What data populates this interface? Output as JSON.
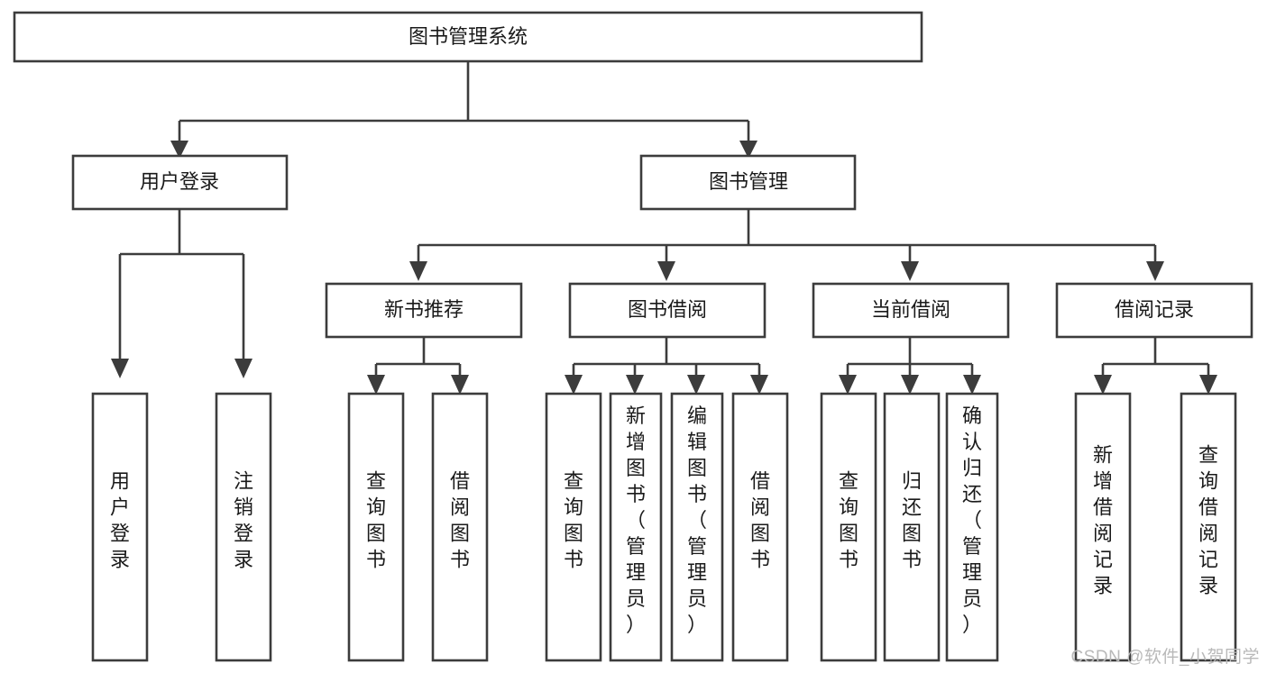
{
  "diagram": {
    "type": "tree-hierarchy",
    "title": "图书管理系统",
    "watermark": "CSDN @软件_小贺同学",
    "colors": {
      "background": "#ffffff",
      "stroke": "#3c3c3c",
      "node_fill": "#ffffff",
      "text": "#1a1a1a",
      "watermark": "#b9b9b9"
    },
    "levels": {
      "root": {
        "label": "图书管理系统",
        "orientation": "horizontal"
      },
      "level2": [
        {
          "label": "用户登录",
          "orientation": "horizontal"
        },
        {
          "label": "图书管理",
          "orientation": "horizontal"
        }
      ],
      "level3": [
        {
          "label": "新书推荐",
          "orientation": "horizontal",
          "parent": "图书管理"
        },
        {
          "label": "图书借阅",
          "orientation": "horizontal",
          "parent": "图书管理"
        },
        {
          "label": "当前借阅",
          "orientation": "horizontal",
          "parent": "图书管理"
        },
        {
          "label": "借阅记录",
          "orientation": "horizontal",
          "parent": "图书管理"
        }
      ],
      "leaves": [
        {
          "label": "用户登录",
          "orientation": "vertical",
          "parent": "用户登录"
        },
        {
          "label": "注销登录",
          "orientation": "vertical",
          "parent": "用户登录"
        },
        {
          "label": "查询图书",
          "orientation": "vertical",
          "parent": "新书推荐"
        },
        {
          "label": "借阅图书",
          "orientation": "vertical",
          "parent": "新书推荐"
        },
        {
          "label": "查询图书",
          "orientation": "vertical",
          "parent": "图书借阅"
        },
        {
          "label": "新增图书（管理员）",
          "orientation": "vertical",
          "parent": "图书借阅"
        },
        {
          "label": "编辑图书（管理员）",
          "orientation": "vertical",
          "parent": "图书借阅"
        },
        {
          "label": "借阅图书",
          "orientation": "vertical",
          "parent": "图书借阅"
        },
        {
          "label": "查询图书",
          "orientation": "vertical",
          "parent": "当前借阅"
        },
        {
          "label": "归还图书",
          "orientation": "vertical",
          "parent": "当前借阅"
        },
        {
          "label": "确认归还（管理员）",
          "orientation": "vertical",
          "parent": "当前借阅"
        },
        {
          "label": "新增借阅记录",
          "orientation": "vertical",
          "parent": "借阅记录"
        },
        {
          "label": "查询借阅记录",
          "orientation": "vertical",
          "parent": "借阅记录"
        }
      ]
    }
  }
}
